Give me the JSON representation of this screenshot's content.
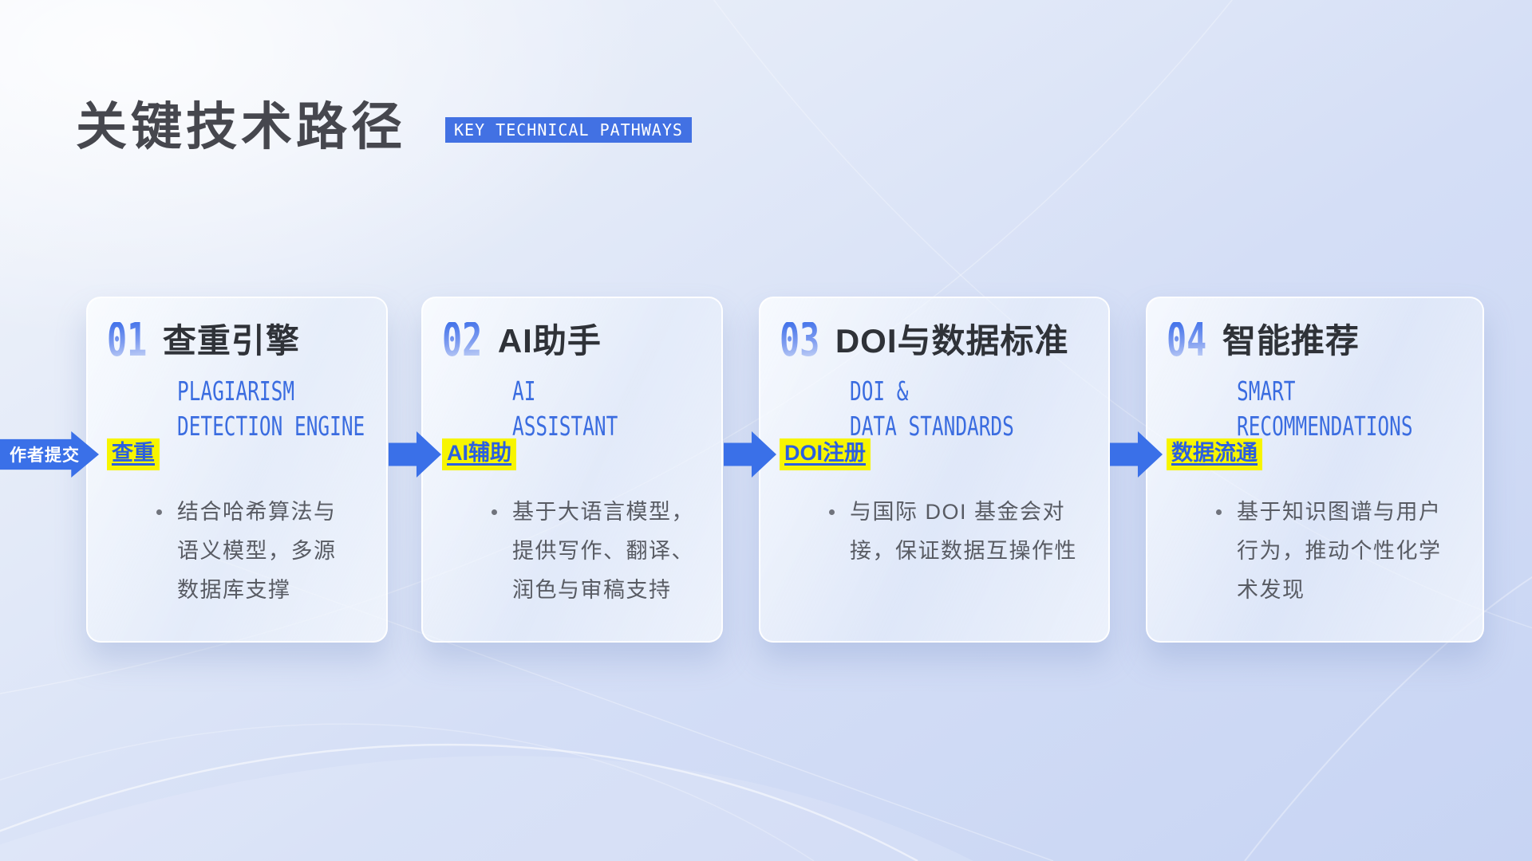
{
  "header": {
    "title": "关键技术路径",
    "badge": "KEY TECHNICAL PATHWAYS"
  },
  "flow": {
    "entry_label": "作者提交"
  },
  "cards": [
    {
      "number": "01",
      "title": "查重引擎",
      "subtitle_lines": [
        "PLAGIARISM",
        "DETECTION ENGINE"
      ],
      "tag": "查重",
      "bullet": "结合哈希算法与语义模型，多源数据库支撑"
    },
    {
      "number": "02",
      "title": "AI助手",
      "subtitle_lines": [
        "AI",
        "ASSISTANT"
      ],
      "tag": "AI辅助",
      "bullet": "基于大语言模型，提供写作、翻译、润色与审稿支持"
    },
    {
      "number": "03",
      "title": "DOI与数据标准",
      "subtitle_lines": [
        "DOI &",
        "DATA STANDARDS"
      ],
      "tag": "DOI注册",
      "bullet": "与国际 DOI 基金会对接，保证数据互操作性"
    },
    {
      "number": "04",
      "title": "智能推荐",
      "subtitle_lines": [
        "SMART",
        "RECOMMENDATIONS"
      ],
      "tag": "数据流通",
      "bullet": "基于知识图谱与用户行为，推动个性化学术发现"
    }
  ],
  "colors": {
    "accent_blue": "#3a70e8",
    "badge_blue": "#4271e3",
    "subtitle_blue": "#3a6ce0",
    "highlight_yellow": "#f7f500",
    "title_gray": "#46474e",
    "body_gray": "#585b63"
  }
}
